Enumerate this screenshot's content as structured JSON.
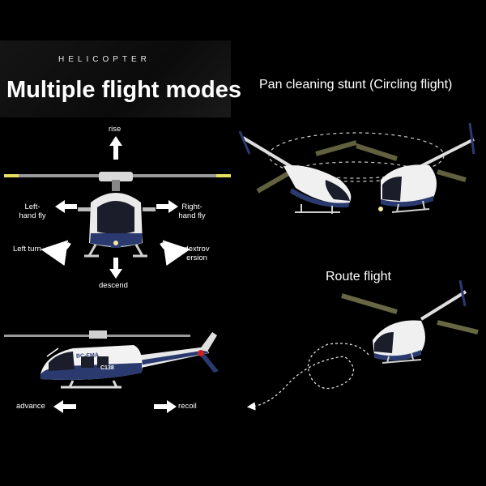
{
  "header": {
    "brand": "HELICOPTER",
    "title": "Multiple flight modes"
  },
  "sections": {
    "pan_title": "Pan cleaning stunt (Circling flight)",
    "route_title": "Route flight"
  },
  "control_labels": {
    "rise": "rise",
    "left_hand_fly_1": "Left-",
    "left_hand_fly_2": "hand fly",
    "right_hand_fly_1": "Right-",
    "right_hand_fly_2": "hand fly",
    "left_turn": "Left turn",
    "dextroversion_1": "dextrov",
    "dextroversion_2": "ersion",
    "descend": "descend",
    "advance": "advance",
    "recoil": "recoil"
  },
  "livery": {
    "name": "BC-EMA",
    "number": "C138"
  },
  "colors": {
    "background": "#000000",
    "body_white": "#f2f2f2",
    "stripe_navy": "#2a3a6e",
    "rotor_tip": "#e6e060"
  }
}
